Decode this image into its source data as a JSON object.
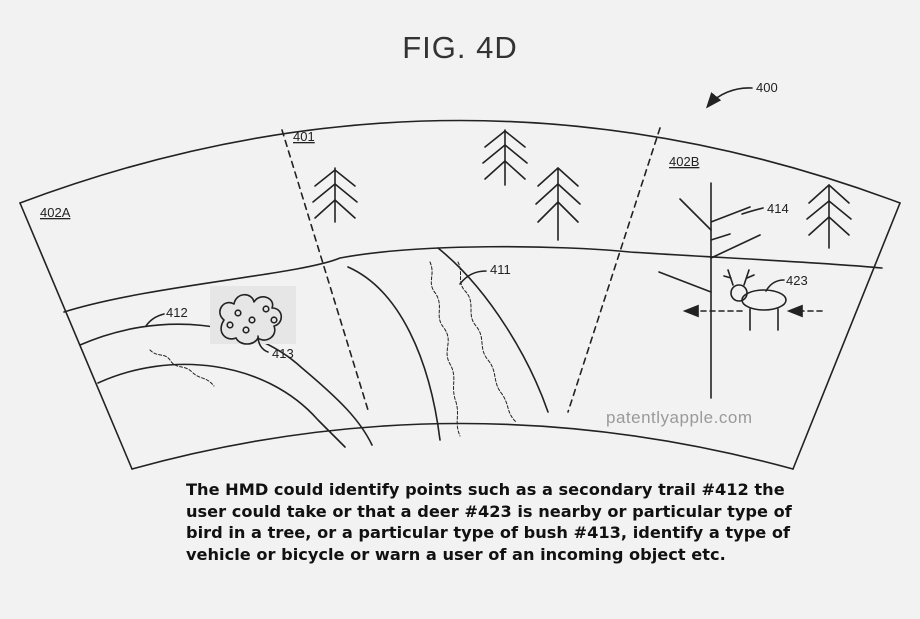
{
  "figure": {
    "title": "FIG. 4D",
    "ref_system": "400",
    "ref_center_view": "401",
    "ref_left_view": "402A",
    "ref_right_view": "402B",
    "ref_trail_main": "411",
    "ref_trail_secondary": "412",
    "ref_bush": "413",
    "ref_tree": "414",
    "ref_deer": "423"
  },
  "watermark": "patentlyapple.com",
  "caption": {
    "lines": [
      "The HMD could identify points such as a secondary trail #412 the",
      "user could take or that a deer #423 is nearby or particular type of",
      "bird in a tree, or a particular type of bush #413, identify a type of",
      "vehicle or bicycle or warn a user of an incoming object etc."
    ]
  },
  "colors": {
    "background": "#f2f2f2",
    "line": "#222222",
    "caption_text": "#111111",
    "watermark": "#9a9a9a"
  }
}
